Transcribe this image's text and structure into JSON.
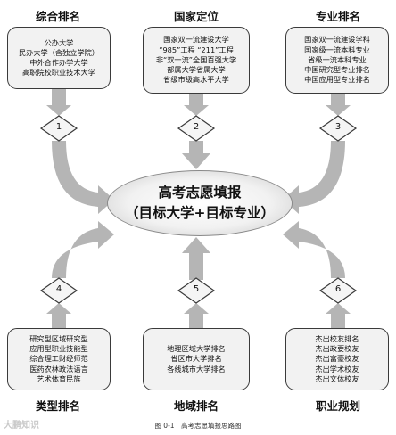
{
  "headings": {
    "top_left": "综合排名",
    "top_center": "国家定位",
    "top_right": "专业排名",
    "bottom_left": "类型排名",
    "bottom_center": "地域排名",
    "bottom_right": "职业规划"
  },
  "boxes": {
    "top_left": [
      "公办大学",
      "民办大学（含独立学院）",
      "中外合作办学大学",
      "高职院校职业技术大学"
    ],
    "top_center": [
      "国家双一流建设大学",
      "“985”工程 “211”工程",
      "非“双一流”全国百强大学",
      "部属大学省属大学",
      "省级市级高水平大学"
    ],
    "top_right": [
      "国家双一流建设学科",
      "国家级一流本科专业",
      "省级一流本科专业",
      "中国研究型专业排名",
      "中国应用型专业排名"
    ],
    "bottom_left": [
      "研究型区域研究型",
      "应用型职业技能型",
      "综合理工财经师范",
      "医药农林政法语言",
      "艺术体育民族"
    ],
    "bottom_center": [
      "地理区域大学排名",
      "省区市大学排名",
      "各线城市大学排名"
    ],
    "bottom_right": [
      "杰出校友排名",
      "杰出政要校友",
      "杰出富豪校友",
      "杰出学术校友",
      "杰出文体校友"
    ]
  },
  "numbers": [
    "1",
    "2",
    "3",
    "4",
    "5",
    "6"
  ],
  "center": {
    "line1": "高考志愿填报",
    "line2": "（目标大学+目标专业）"
  },
  "caption": "图 0-1　高考志愿填报思路图",
  "watermark": "大鹏知识",
  "colors": {
    "arrow": "#b5b5b5",
    "box_fill": "#f2f2f2",
    "box_border": "#3a3a3a"
  }
}
